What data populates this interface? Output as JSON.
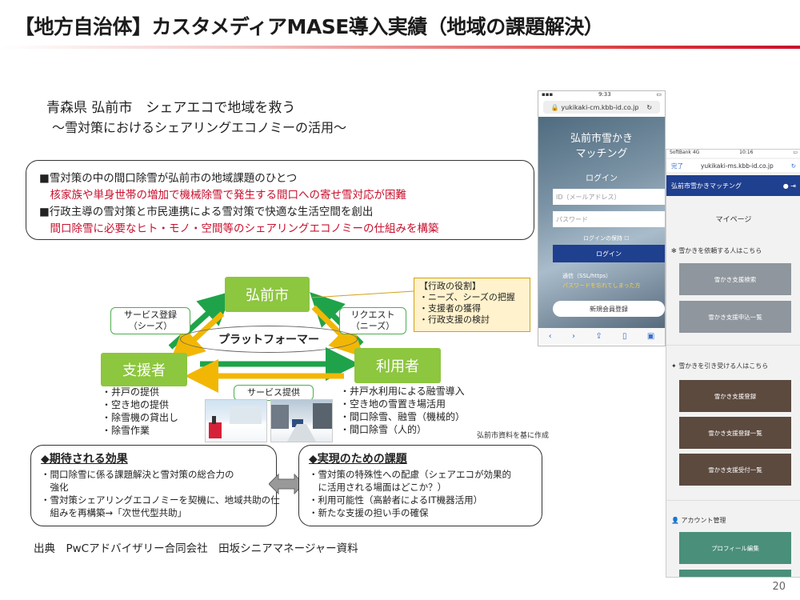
{
  "header": {
    "title": "【地方自治体】カスタメディアMASE導入実績（地域の課題解決）"
  },
  "intro": {
    "line1": "青森県 弘前市　シェアエコで地域を救う",
    "line2": "～雪対策におけるシェアリングエコノミーの活用～"
  },
  "issues": [
    {
      "text": "■雪対策の中の間口除雪が弘前市の地域課題のひとつ",
      "color": "black"
    },
    {
      "text": "　核家族や単身世帯の増加で機械除雪で発生する間口への寄せ雪対応が困難",
      "color": "red"
    },
    {
      "text": "■行政主導の雪対策と市民連携による雪対策で快適な生活空間を創出",
      "color": "black"
    },
    {
      "text": "　間口除雪に必要なヒト・モノ・空間等のシェアリングエコノミーの仕組みを構築",
      "color": "red"
    }
  ],
  "diagram": {
    "city": "弘前市",
    "supporter": "支援者",
    "user": "利用者",
    "platform": "プラットフォーマー",
    "service_registration": [
      "サービス登録",
      "（シーズ）"
    ],
    "request": [
      "リクエスト",
      "（ニーズ）"
    ],
    "service_provision": "サービス提供",
    "admin_title": "【行政の役割】",
    "admin_items": [
      "・ニーズ、シーズの把握",
      "・支援者の獲得",
      "・行政支援の検討"
    ],
    "supporter_items": [
      "・井戸の提供",
      "・空き地の提供",
      "・除雪機の貸出し",
      "・除雪作業"
    ],
    "user_items": [
      "・井戸水利用による融雪導入",
      "・空き地の雪置き場活用",
      "・間口除雪、融雪（機械的）",
      "・間口除雪（人的）"
    ],
    "source_note": "弘前市資料を基に作成"
  },
  "effects": {
    "title": "◆期待される効果",
    "lines": [
      "・間口除雪に係る課題解決と雪対策の総合力の",
      "　強化",
      "・雪対策シェアリングエコノミーを契機に、地域共助の仕",
      "　組みを再構築→「次世代型共助」"
    ]
  },
  "tasks": {
    "title": "◆実現のための課題",
    "lines": [
      "・雪対策の特殊性への配慮（シェアエコが効果的",
      "　に活用される場面はどこか？）",
      "・利用可能性（高齢者によるIT機器活用）",
      "・新たな支援の担い手の確保"
    ]
  },
  "credit": "出典　PwCアドバイザリー合同会社　田坂シニアマネージャー資料",
  "page_number": "20",
  "phone1": {
    "status_time": "9:33",
    "url": "yukikaki-cm.kbb-id.co.jp",
    "app_name": [
      "弘前市雪かき",
      "マッチング"
    ],
    "login_label": "ログイン",
    "id_placeholder": "ID（メールアドレス）",
    "password_placeholder": "パスワード",
    "keep_login": "ログインの保持",
    "login_button": "ログイン",
    "ssl_note": "通信（SSL/https）",
    "forgot_password": "パスワードを忘れてしまった方",
    "register_button": "新規会員登録"
  },
  "phone2": {
    "carrier": "SoftBank 4G",
    "status_time": "10:16",
    "done_label": "完了",
    "url": "yukikaki-ms.kbb-id.co.jp",
    "app_title": "弘前市雪かきマッチング",
    "mypage": "マイページ",
    "section_request": "雪かきを依頼する人はこちら",
    "btn_search": "雪かき支援検索",
    "btn_request_list": "雪かき支援申込一覧",
    "section_accept": "雪かきを引き受ける人はこちら",
    "btn_register": "雪かき支援登録",
    "btn_registered_list": "雪かき支援登録一覧",
    "btn_accept_list": "雪かき支援受付一覧",
    "section_account": "アカウント管理",
    "btn_profile": "プロフィール編集"
  }
}
